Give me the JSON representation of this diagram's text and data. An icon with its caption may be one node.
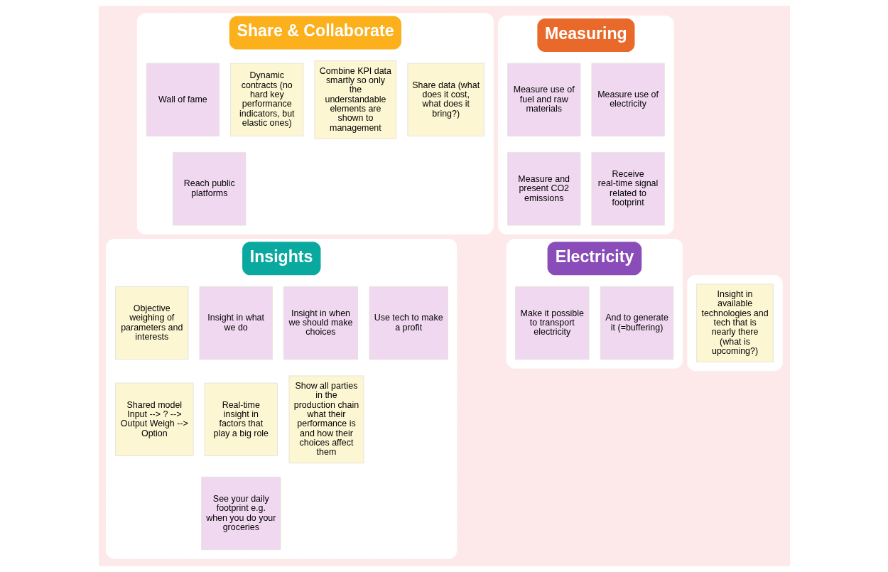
{
  "diagram": {
    "nodes": [
      {
        "text": [
          "Share & Collaborate"
        ]
      },
      {
        "text": [
          "Wall of fame"
        ],
        "in": 0
      },
      {
        "text": [
          "Reach public platforms"
        ],
        "in": 0
      },
      {
        "text": [
          "Dynamic contracts (no hard key performance indicators, but elastic ones)"
        ],
        "in": 0
      },
      {
        "text": [
          "Combine KPI data smartly so only the understandable elements are shown to management"
        ],
        "in": 0
      },
      {
        "text": [
          "Share data (what does it cost, what does it bring?)"
        ],
        "in": 0
      },
      {
        "text": [
          "Measuring"
        ]
      },
      {
        "text": [
          "Measure use of fuel and raw materials"
        ],
        "in": 6
      },
      {
        "text": [
          "Measure use of electricity"
        ],
        "in": 6
      },
      {
        "text": [
          "Measure and present CO2 emissions"
        ],
        "in": 6
      },
      {
        "text": [
          "Receive real-time signal related to footprint"
        ],
        "in": 6
      },
      {
        "text": [
          "Insights"
        ]
      },
      {
        "text": [
          "Objective weighing of parameters and interests"
        ],
        "in": 11
      },
      {
        "text": [
          "Insight in what we do"
        ],
        "in": 11
      },
      {
        "text": [
          "Real-time insight in factors that play a big role"
        ],
        "in": 11
      },
      {
        "text": [
          "Shared model Input --> ? --> Output Weigh --> Option"
        ],
        "in": 11
      },
      {
        "text": [
          "See your daily footprint e.g. when you do your groceries"
        ],
        "in": 11
      },
      {
        "text": [
          "Insight in when we should make choices"
        ],
        "in": 11
      },
      {
        "text": [
          "Show all parties in the production chain what their performance is and how their choices affect them"
        ],
        "in": 11
      },
      {
        "text": [
          "Use tech to make a profit"
        ],
        "in": 11
      },
      {
        "text": [],
        "shape": "box"
      },
      {
        "text": [
          "Insight in available technologies and tech that is nearly there (what is upcoming?)"
        ],
        "in": 20
      },
      {
        "text": [
          "Electricity"
        ]
      },
      {
        "text": [
          "Make it possible to transport electricity"
        ],
        "in": 22
      },
      {
        "text": [
          "And to generate it (=buffering)"
        ],
        "in": 22
      }
    ]
  }
}
